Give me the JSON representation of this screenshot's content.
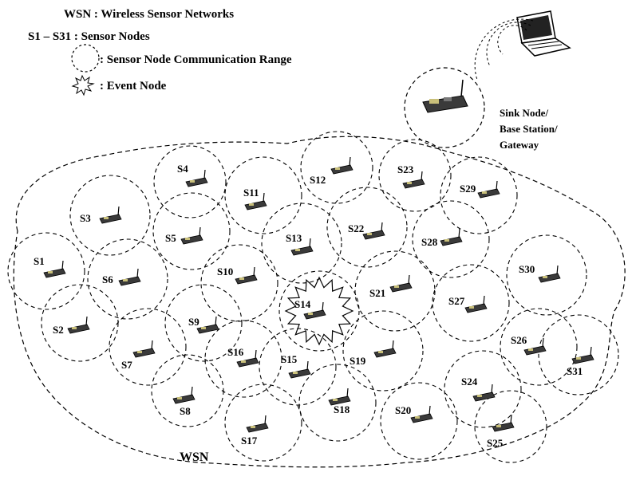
{
  "legend": {
    "wsn_line": "WSN : Wireless Sensor Networks",
    "sensor_line": "S1 – S31 : Sensor Nodes",
    "range_line": ": Sensor Node Communication Range",
    "event_line": ": Event Node"
  },
  "sink": {
    "line1": "Sink Node/",
    "line2": "Base Station/",
    "line3": "Gateway"
  },
  "wsn_label": "WSN",
  "event_node": "S14",
  "nodes": [
    "S1",
    "S2",
    "S3",
    "S4",
    "S5",
    "S6",
    "S7",
    "S8",
    "S9",
    "S10",
    "S11",
    "S12",
    "S13",
    "S14",
    "S15",
    "S16",
    "S17",
    "S18",
    "S19",
    "S20",
    "S21",
    "S22",
    "S23",
    "S24",
    "S25",
    "S26",
    "S27",
    "S28",
    "S29",
    "S30",
    "S31"
  ]
}
